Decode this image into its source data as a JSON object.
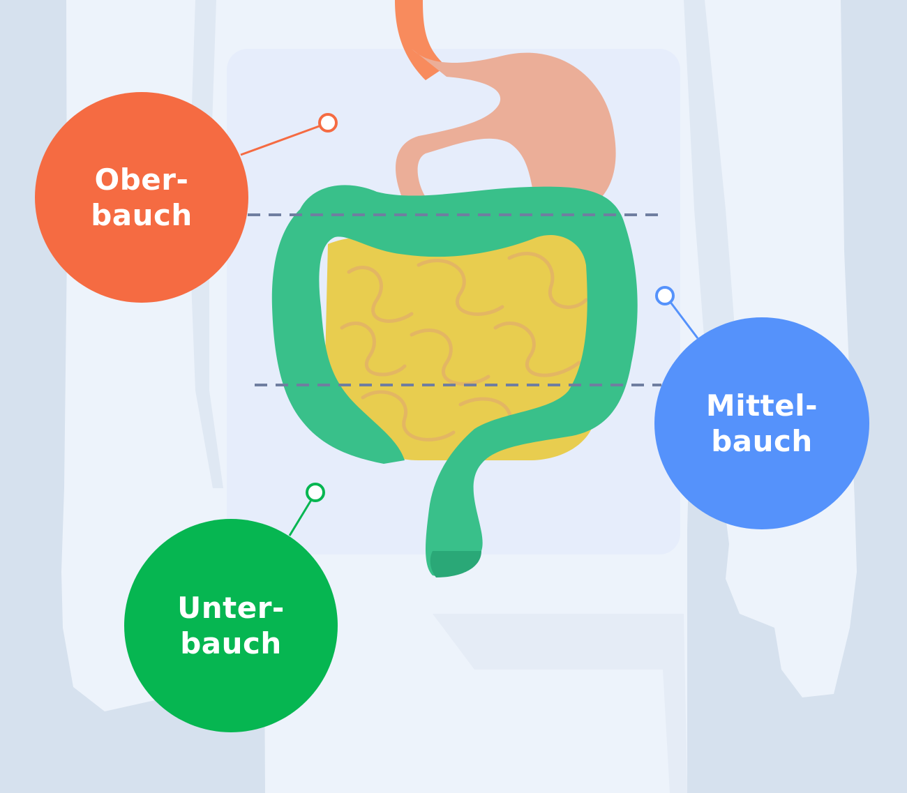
{
  "regions": {
    "upper": {
      "label": "Ober-\nbauch",
      "color": "#f56b42"
    },
    "middle": {
      "label": "Mittel-\nbauch",
      "color": "#5592fb"
    },
    "lower": {
      "label": "Unter-\nbauch",
      "color": "#06b651"
    }
  },
  "colors": {
    "background": "#d6e1ee",
    "body": "#edf3fb",
    "torso_panel": "#e6edfb",
    "stomach": "#ebae98",
    "esophagus": "#f88b5d",
    "colon": "#39c08a",
    "small_intestine": "#e8cd4f",
    "divider_line": "#6f7ea0"
  },
  "icons": [
    "stomach-icon",
    "small-intestine-icon",
    "large-intestine-icon",
    "body-silhouette-icon"
  ]
}
